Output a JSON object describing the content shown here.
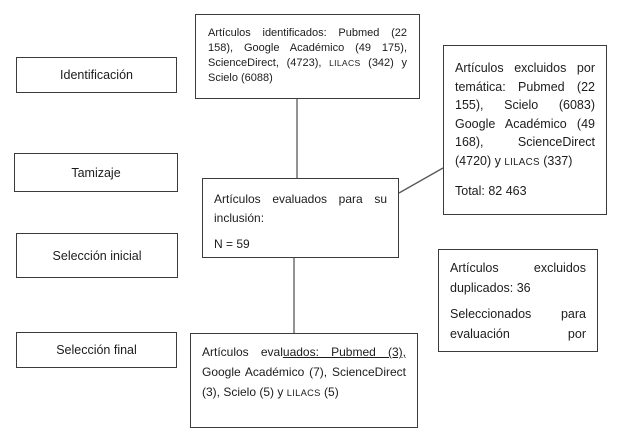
{
  "colors": {
    "background": "#ffffff",
    "box_border": "#3b3b3b",
    "connector_line": "#595959",
    "text": "#1c1c1c"
  },
  "stages": [
    "Identificación",
    "Tamizaje",
    "Selección inicial",
    "Selección final"
  ],
  "identified_box": {
    "text": "Artículos identificados: Pubmed (22 158), Google Académico (49 175), ScienceDirect, (4723), ",
    "lilacs": "LILACS",
    "text_after": " (342) y Scielo (6088)"
  },
  "evaluated_box": {
    "line1": "Artículos evaluados para su inclusión:",
    "line2": "N = 59"
  },
  "excluded_thematic_box": {
    "text": "Artículos excluidos por temática: Pubmed (22 155), Scielo (6083) Google Académico (49 168), ScienceDirect (4720) y ",
    "lilacs": "LILACS",
    "text_after": " (337)",
    "total": "Total: 82 463"
  },
  "excluded_duplicates_box": {
    "para1": "Artículos excluidos duplicados: 36",
    "para2": "Seleccionados para evaluación por"
  },
  "final_box": {
    "text_start": "Artículos eval",
    "underlined": "uados: Pubmed (3),",
    "text_middle": " Google Académico (7), ScienceDirect (3), Scielo (5) y ",
    "lilacs": "LILACS",
    "text_end": " (5)"
  }
}
